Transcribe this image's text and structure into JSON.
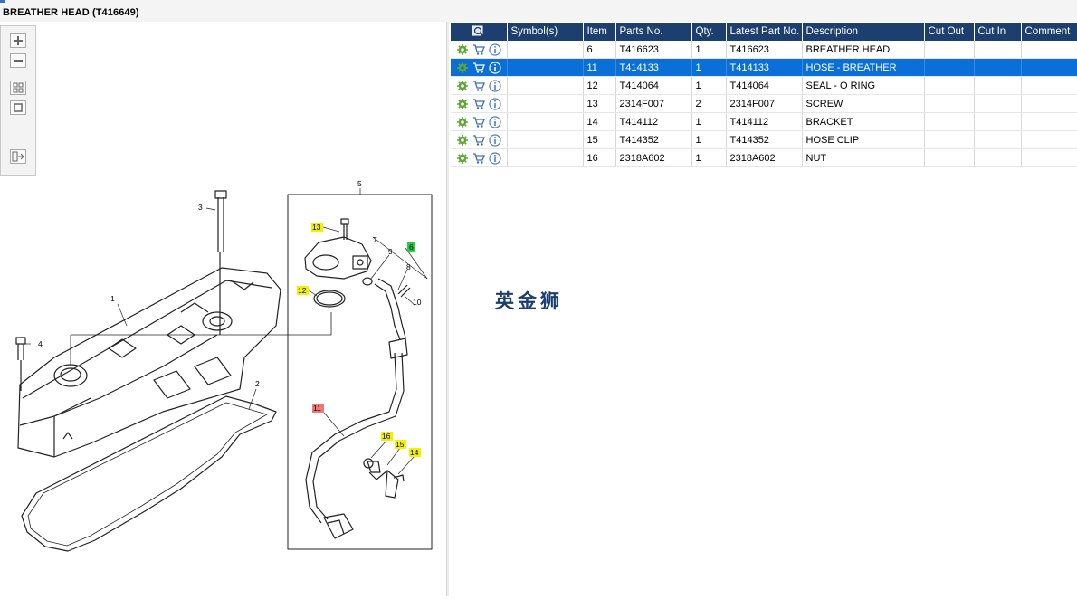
{
  "window": {
    "title": "BREATHER HEAD (T416649)"
  },
  "toolbar": {
    "buttons": [
      "zoom-in",
      "zoom-out",
      "fit-all",
      "actual-size",
      "export"
    ]
  },
  "table": {
    "columns": [
      "",
      "Symbol(s)",
      "Item",
      "Parts No.",
      "Qty.",
      "Latest Part No.",
      "Description",
      "Cut Out",
      "Cut In",
      "Comment"
    ],
    "rows": [
      {
        "item": "6",
        "part": "T416623",
        "qty": "1",
        "latest": "T416623",
        "desc": "BREATHER HEAD",
        "selected": false
      },
      {
        "item": "11",
        "part": "T414133",
        "qty": "1",
        "latest": "T414133",
        "desc": "HOSE - BREATHER",
        "selected": true
      },
      {
        "item": "12",
        "part": "T414064",
        "qty": "1",
        "latest": "T414064",
        "desc": "SEAL - O RING",
        "selected": false
      },
      {
        "item": "13",
        "part": "2314F007",
        "qty": "2",
        "latest": "2314F007",
        "desc": "SCREW",
        "selected": false
      },
      {
        "item": "14",
        "part": "T414112",
        "qty": "1",
        "latest": "T414112",
        "desc": "BRACKET",
        "selected": false
      },
      {
        "item": "15",
        "part": "T414352",
        "qty": "1",
        "latest": "T414352",
        "desc": "HOSE CLIP",
        "selected": false
      },
      {
        "item": "16",
        "part": "2318A602",
        "qty": "1",
        "latest": "2318A602",
        "desc": "NUT",
        "selected": false
      }
    ]
  },
  "diagram": {
    "callouts": {
      "c1": "1",
      "c2": "2",
      "c3": "3",
      "c4": "4",
      "c5": "5",
      "c6": "6",
      "c7": "7",
      "c8": "8",
      "c9": "9",
      "c10": "10",
      "c11": "11",
      "c12": "12",
      "c13": "13",
      "c14": "14",
      "c15": "15",
      "c16": "16"
    },
    "highlight_colors": {
      "yellow": "#f5f000",
      "green": "#22cc44",
      "red": "#ee7777"
    }
  },
  "watermark": "英金狮",
  "colors": {
    "header": "#1c3f70",
    "selected_row": "#0a6fd8"
  }
}
